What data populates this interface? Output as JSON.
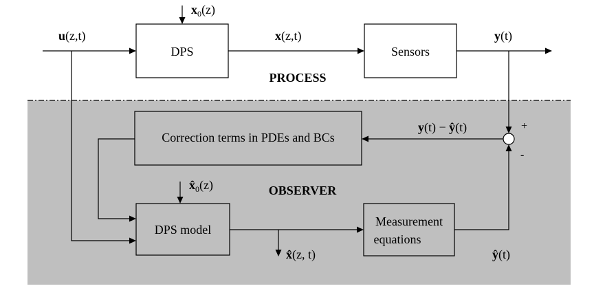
{
  "labels": {
    "input": "u(z,t)",
    "input_bold": "u",
    "input_rest": "(z,t)",
    "x0_bold": "x",
    "x0_sub": "0",
    "x0_rest": "(z)",
    "state_bold": "x",
    "state_rest": "(z,t)",
    "output_bold": "y",
    "output_rest": "(t)",
    "error_y_bold": "y",
    "error_mid": "(t) − ",
    "error_yhat_bold": "ŷ",
    "error_rest": "(t)",
    "xhat0_bold": "x̂",
    "xhat0_sub": "0",
    "xhat0_rest": "(z)",
    "xhat_bold": "x̂",
    "xhat_rest": "(z, t)",
    "yhat_bold": "ŷ",
    "yhat_rest": "(t)",
    "plus": "+",
    "minus": "-"
  },
  "blocks": {
    "dps": "DPS",
    "sensors": "Sensors",
    "correction": "Correction terms in PDEs and BCs",
    "dps_model": "DPS model",
    "measurement_line1": "Measurement",
    "measurement_line2": "equations"
  },
  "regions": {
    "process": "PROCESS",
    "observer": "OBSERVER"
  },
  "colors": {
    "observer_background": "#bfbfbf",
    "line": "#000000",
    "box_fill": "#ffffff"
  }
}
